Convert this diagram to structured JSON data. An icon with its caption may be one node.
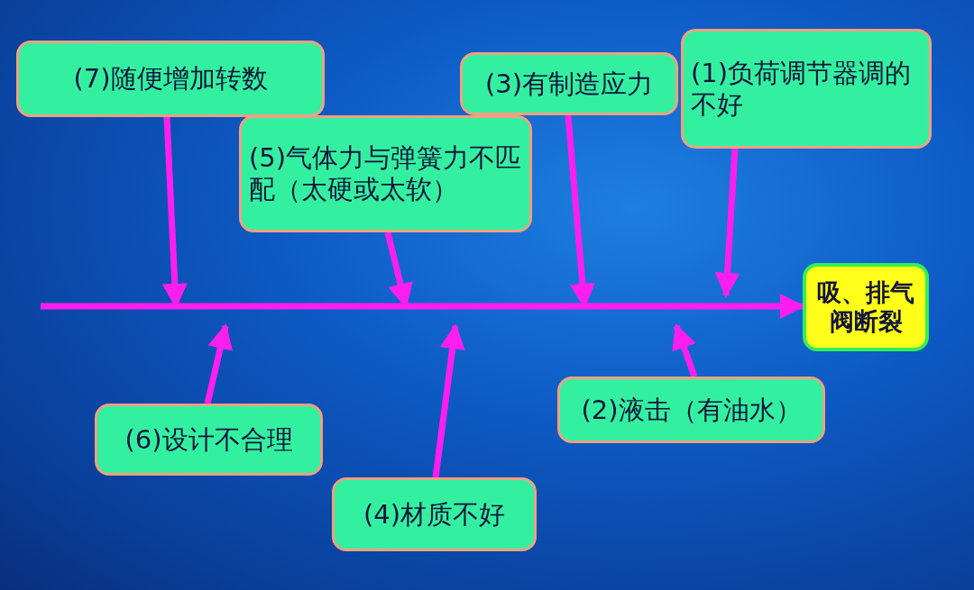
{
  "diagram": {
    "nodes": [
      {
        "text": [
          "(7)随便增加转数"
        ]
      },
      {
        "text": [
          "(5)气体力与弹簧力不匹配（太硬或太软）"
        ]
      },
      {
        "text": [
          "(3)有制造应力"
        ]
      },
      {
        "text": [
          "(1)负荷调节器调的不好"
        ]
      },
      {
        "text": [
          "吸、排气阀断裂"
        ]
      },
      {
        "text": [
          "(6)设计不合理"
        ]
      },
      {
        "text": [
          "(4)材质不好"
        ]
      },
      {
        "text": [
          "(2)液击（有油水）"
        ]
      }
    ],
    "edges": [
      {
        "from": null,
        "to": 4,
        "arrow": "to"
      },
      {
        "from": 0,
        "to": null,
        "arrow": "to"
      },
      {
        "from": 1,
        "to": null,
        "arrow": "to"
      },
      {
        "from": 2,
        "to": null,
        "arrow": "to"
      },
      {
        "from": 3,
        "to": null,
        "arrow": "to"
      },
      {
        "from": 5,
        "to": null,
        "arrow": "to"
      },
      {
        "from": 6,
        "to": null,
        "arrow": "to"
      },
      {
        "from": 7,
        "to": null,
        "arrow": "to"
      }
    ]
  }
}
